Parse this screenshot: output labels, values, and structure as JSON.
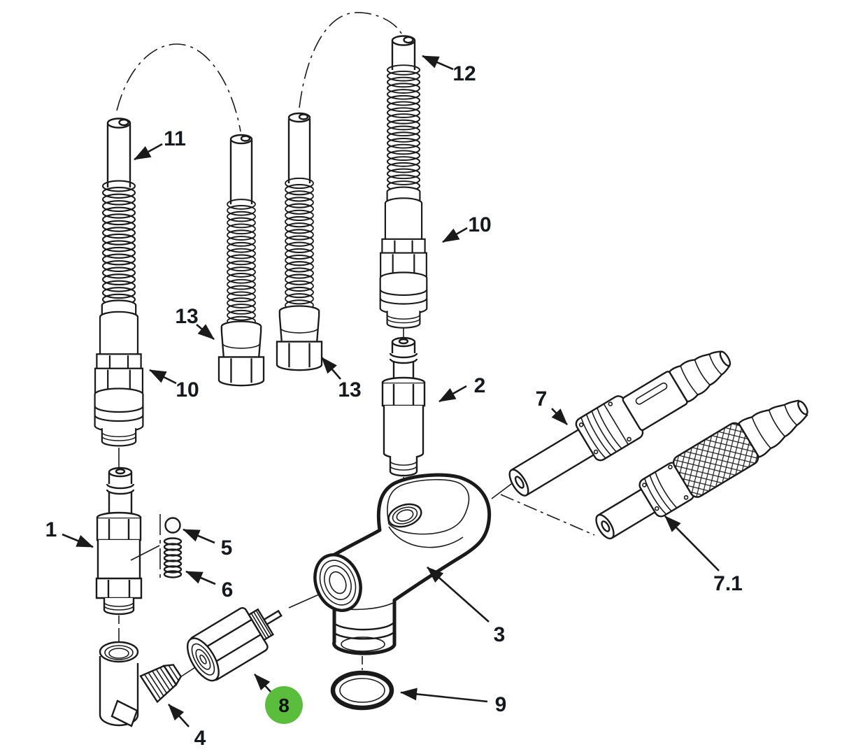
{
  "diagram": {
    "type": "exploded-parts-diagram",
    "colors": {
      "paper": "#ffffff",
      "ink": "#1a1a1a",
      "highlight": "#5abe3c"
    },
    "callouts": {
      "c1": {
        "label": "1"
      },
      "c2": {
        "label": "2"
      },
      "c3": {
        "label": "3"
      },
      "c4": {
        "label": "4"
      },
      "c5": {
        "label": "5"
      },
      "c6": {
        "label": "6"
      },
      "c7": {
        "label": "7"
      },
      "c7_1": {
        "label": "7.1"
      },
      "c8": {
        "label": "8"
      },
      "c9": {
        "label": "9"
      },
      "c10_left": {
        "label": "10"
      },
      "c10_right": {
        "label": "10"
      },
      "c11": {
        "label": "11"
      },
      "c12": {
        "label": "12"
      },
      "c13_left": {
        "label": "13"
      },
      "c13_right": {
        "label": "13"
      }
    },
    "highlighted_callout": "8"
  }
}
